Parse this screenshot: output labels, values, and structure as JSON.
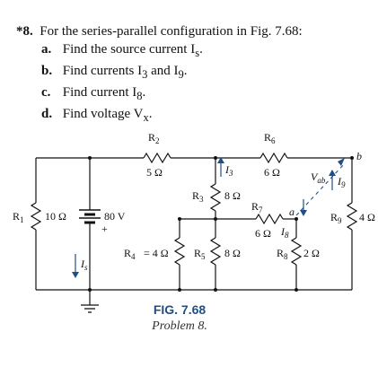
{
  "problem": {
    "number": "*8.",
    "statement": "For the series-parallel configuration in Fig. 7.68:",
    "parts": [
      {
        "label": "a.",
        "text": "Find the source current I"
      },
      {
        "label": "b.",
        "text": "Find currents I"
      },
      {
        "label": "c.",
        "text": "Find current I"
      },
      {
        "label": "d.",
        "text": "Find voltage V"
      }
    ],
    "part_b_and": "and I",
    "subscripts": {
      "s": "s",
      "three": "3",
      "nine": "9",
      "eight": "8",
      "x": "x"
    }
  },
  "circuit": {
    "R1": {
      "name": "R",
      "sub": "1",
      "value": "10 Ω"
    },
    "R2": {
      "name": "R",
      "sub": "2",
      "value": "5 Ω"
    },
    "R3": {
      "name": "R",
      "sub": "3",
      "value": "8 Ω"
    },
    "R4": {
      "name": "R",
      "sub": "4",
      "value": "= 4 Ω"
    },
    "R5": {
      "name": "R",
      "sub": "5",
      "value": "8 Ω"
    },
    "R6": {
      "name": "R",
      "sub": "6",
      "value": "6 Ω"
    },
    "R7": {
      "name": "R",
      "sub": "7",
      "value": "6 Ω"
    },
    "R8": {
      "name": "R",
      "sub": "8",
      "value": "2 Ω"
    },
    "R9": {
      "name": "R",
      "sub": "9",
      "value": "4 Ω"
    },
    "source": {
      "voltage": "80 V",
      "plus": "+"
    },
    "currents": {
      "Is": "I",
      "Is_sub": "s",
      "I3": "I",
      "I3_sub": "3",
      "I8": "I",
      "I8_sub": "8",
      "I9": "I",
      "I9_sub": "9"
    },
    "nodes": {
      "a": "a",
      "b": "b"
    },
    "vab": {
      "sym": "V",
      "sub": "ab"
    }
  },
  "figure": {
    "id": "FIG. 7.68",
    "caption": "Problem 8."
  }
}
